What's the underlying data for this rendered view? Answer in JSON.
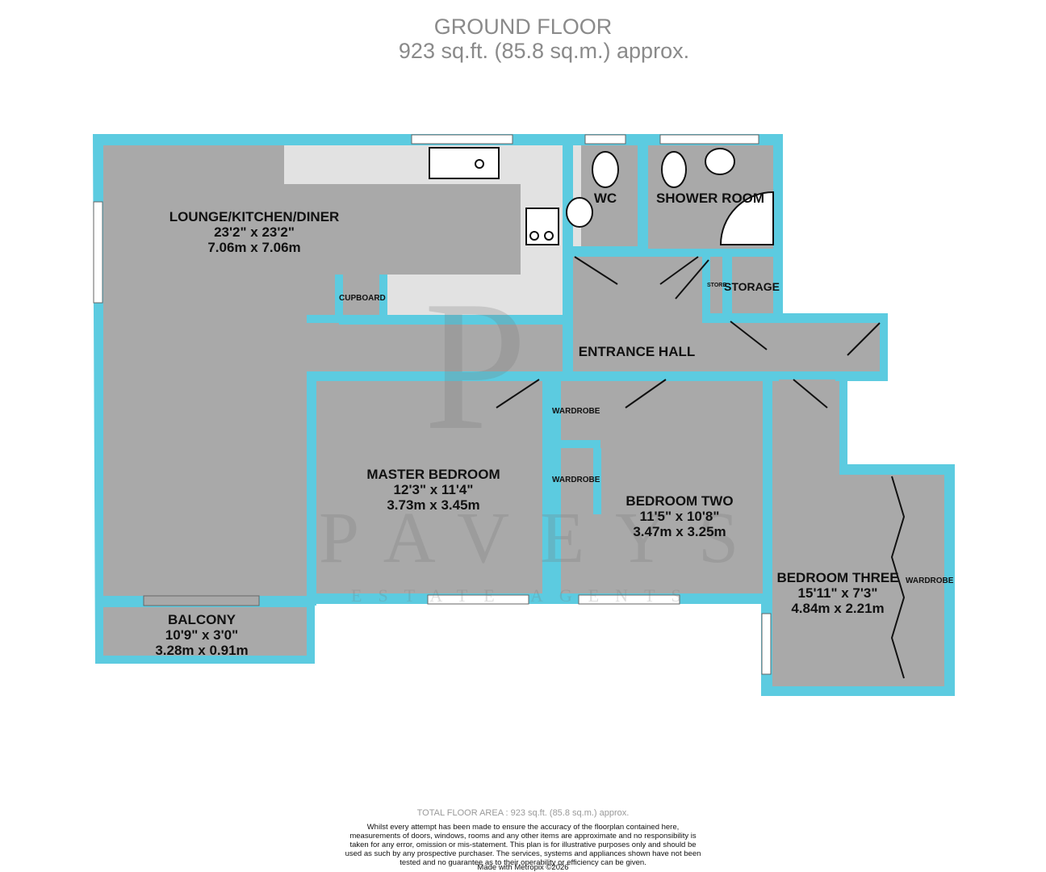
{
  "header": {
    "floor": "GROUND FLOOR",
    "area": "923 sq.ft. (85.8 sq.m.) approx."
  },
  "colors": {
    "wall": "#5ccbe0",
    "floor": "#a9a9a9",
    "counter": "#e2e2e2"
  },
  "rooms": [
    {
      "name": "LOUNGE/KITCHEN/DINER",
      "imperial": "23'2\"  x 23'2\"",
      "metric": "7.06m  x 7.06m"
    },
    {
      "name": "WC"
    },
    {
      "name": "SHOWER ROOM"
    },
    {
      "name": "ENTRANCE HALL"
    },
    {
      "name": "MASTER BEDROOM",
      "imperial": "12'3\"  x 11'4\"",
      "metric": "3.73m  x 3.45m"
    },
    {
      "name": "BEDROOM TWO",
      "imperial": "11'5\"  x 10'8\"",
      "metric": "3.47m  x 3.25m"
    },
    {
      "name": "BEDROOM THREE",
      "imperial": "15'11\"  x 7'3\"",
      "metric": "4.84m  x 2.21m"
    },
    {
      "name": "BALCONY",
      "imperial": "10'9\"  x 3'0\"",
      "metric": "3.28m  x 0.91m"
    }
  ],
  "small_labels": {
    "cupboard": "CUPBOARD",
    "store": "STORE",
    "storage": "STORAGE",
    "wardrobe1": "WARDROBE",
    "wardrobe2": "WARDROBE",
    "wardrobe3": "WARDROBE"
  },
  "watermark": {
    "brand": "PAVEYS",
    "sub": "ESTATE AGENTS",
    "monogram": "P"
  },
  "footer": {
    "total": "TOTAL FLOOR AREA : 923 sq.ft. (85.8 sq.m.) approx.",
    "disclaimer": "Whilst every attempt has been made to ensure the accuracy of the floorplan contained here, measurements of doors, windows, rooms and any other items are approximate and no responsibility is taken for any error, omission or mis-statement. This plan is for illustrative purposes only and should be used as such by any prospective purchaser. The services, systems and appliances shown have not been tested and no guarantee as to their operability or efficiency can be given.",
    "credit": "Made with Metropix ©2026"
  }
}
